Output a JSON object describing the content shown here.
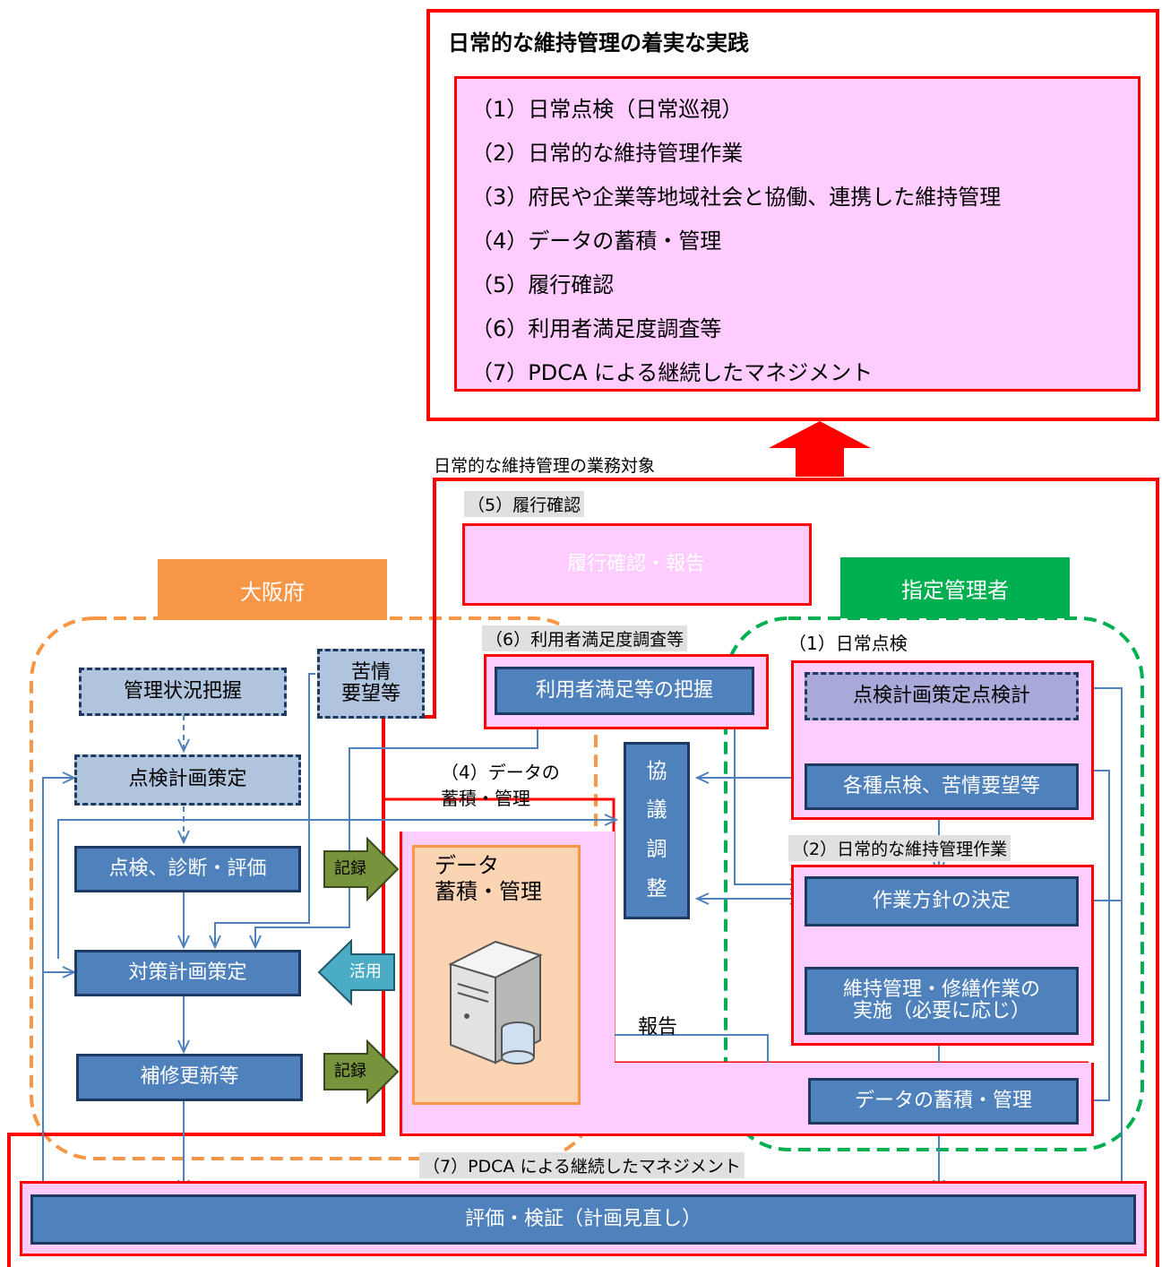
{
  "top": {
    "title": "日常的な維持管理の着実な実践",
    "items": [
      "（1）日常点検（日常巡視）",
      "（2）日常的な維持管理作業",
      "（3）府民や企業等地域社会と協働、連携した維持管理",
      "（4）データの蓄積・管理",
      "（5）履行確認",
      "（6）利用者満足度調査等",
      "（7）PDCA による継続したマネジメント"
    ]
  },
  "scope_label": "日常的な維持管理の業務対象",
  "sections": {
    "s5": "（5）履行確認",
    "s6": "（6）利用者満足度調査等",
    "s1": "（1）日常点検",
    "s2": "（2）日常的な維持管理作業",
    "s4_line1": "（4）データの",
    "s4_line2": "蓄積・管理",
    "s7": "（7）PDCA による継続したマネジメント"
  },
  "actors": {
    "osaka": "大阪府",
    "manager": "指定管理者"
  },
  "osaka_boxes": {
    "status": "管理状況把握",
    "complaint_l1": "苦情",
    "complaint_l2": "要望等",
    "plan": "点検計画策定",
    "inspect": "点検、診断・評価",
    "measures": "対策計画策定",
    "repair": "補修更新等"
  },
  "center": {
    "verify": "履行確認・報告",
    "satisfaction": "利用者満足等の把握",
    "consult": [
      "協",
      "議",
      "調",
      "整"
    ],
    "data_title_l1": "データ",
    "data_title_l2": "蓄積・管理",
    "record1": "記録",
    "use": "活用",
    "record2": "記録",
    "report": "報告"
  },
  "manager_boxes": {
    "plan": "点検計画策定点検計",
    "inspections": "各種点検、苦情要望等",
    "policy": "作業方針の決定",
    "work_l1": "維持管理・修繕作業の",
    "work_l2": "実施（必要に応じ）",
    "data": "データの蓄積・管理"
  },
  "bottom": {
    "eval": "評価・検証（計画見直し）"
  },
  "colors": {
    "red": "#ff0000",
    "pink": "#ffccff",
    "blue": "#4f81bd",
    "dark_blue": "#1f3a60",
    "light_blue": "#b0c4de",
    "orange": "#f79646",
    "green": "#00b050",
    "peach": "#fbd4b4",
    "olive_arrow": "#77933c",
    "teal_arrow": "#4bacc6",
    "line": "#4f81bd"
  }
}
